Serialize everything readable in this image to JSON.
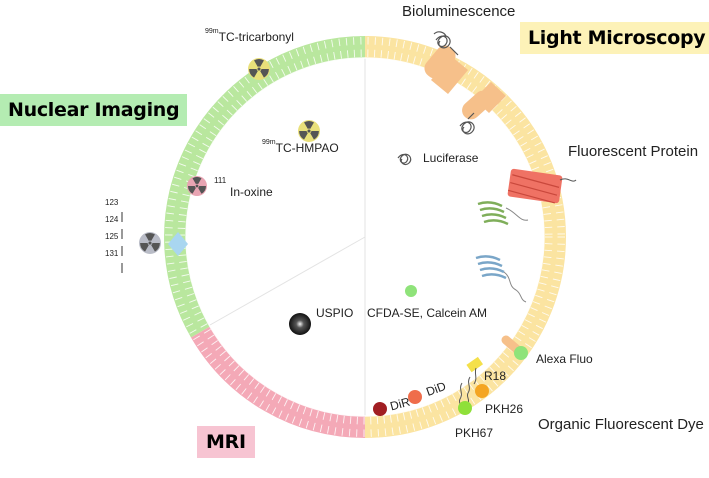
{
  "categories": {
    "light_microscopy": "Light Microscopy",
    "nuclear_imaging": "Nuclear Imaging",
    "mri": "MRI"
  },
  "labels": {
    "bioluminescence": "Bioluminescence",
    "fluorescent_protein": "Fluorescent Protein",
    "organic_fluorescent_dye": "Organic Fluorescent Dye",
    "luciferase": "Luciferase",
    "alexa_fluo": "Alexa Fluo",
    "r18": "R18",
    "pkh26": "PKH26",
    "pkh67": "PKH67",
    "did": "DiD",
    "dir": "DiR",
    "cfda": "CFDA-SE, Calcein AM",
    "uspio": "USPIO",
    "tc_tricarbonyl": {
      "sup": "99m",
      "text": "TC-tricarbonyl"
    },
    "tc_hmpao": {
      "sup": "99m",
      "text": "TC-HMPAO"
    },
    "in_oxine": {
      "sup": "111",
      "text": "In-oxine"
    },
    "iodine_isotopes": [
      "123",
      "124",
      "125",
      "131"
    ]
  },
  "colors": {
    "green_sector": "#b9e79e",
    "yellow_sector": "#fbe4a1",
    "pink_sector": "#f4a9b7",
    "light_microscopy_bg": "#fdf2b8",
    "nuclear_imaging_bg": "#b4ecb2",
    "mri_bg": "#f7c4d2",
    "receptor": "#f6c08a",
    "fluorescent_channel": "#ef7264",
    "dir": "#a11e22",
    "did": "#ef6d4b",
    "pkh26": "#f4a522",
    "pkh67": "#8fe03a",
    "r18": "#f4e04a",
    "alexa": "#8fe37a",
    "cfda": "#8fe37a"
  }
}
